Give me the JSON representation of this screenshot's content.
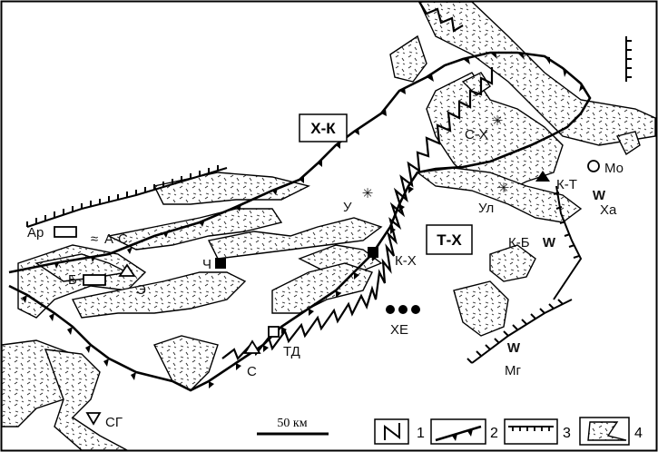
{
  "terranes": [
    {
      "id": "xk",
      "label": "Х-К"
    },
    {
      "id": "tx",
      "label": "Т-Х"
    }
  ],
  "sites": [
    {
      "id": "ar",
      "label": "Ар",
      "symbol": "rectangle"
    },
    {
      "id": "as",
      "label": "А-С",
      "symbol": "wavy"
    },
    {
      "id": "b",
      "label": "Б",
      "symbol": "rectangle"
    },
    {
      "id": "e",
      "label": "Э",
      "symbol": "triangle"
    },
    {
      "id": "ch",
      "label": "Ч",
      "symbol": "filled-square"
    },
    {
      "id": "u",
      "label": "У",
      "symbol": "asterisk"
    },
    {
      "id": "kx",
      "label": "К-Х",
      "symbol": "filled-square"
    },
    {
      "id": "sx",
      "label": "С-Х",
      "symbol": "asterisk"
    },
    {
      "id": "ul",
      "label": "Ул",
      "symbol": "asterisk"
    },
    {
      "id": "kt",
      "label": "К-Т",
      "symbol": "filled-triangle"
    },
    {
      "id": "mo",
      "label": "Мо",
      "symbol": "circle"
    },
    {
      "id": "xa",
      "label": "Ха",
      "symbol": "w-mark"
    },
    {
      "id": "kb",
      "label": "К-Б",
      "symbol": "w-mark"
    },
    {
      "id": "xe",
      "label": "ХЕ",
      "symbol": "three-dots"
    },
    {
      "id": "td",
      "label": "ТД",
      "symbol": "square"
    },
    {
      "id": "s",
      "label": "С",
      "symbol": "triangle"
    },
    {
      "id": "mg",
      "label": "Мг",
      "symbol": "w-mark"
    },
    {
      "id": "sg",
      "label": "СГ",
      "symbol": "inverted-triangle"
    }
  ],
  "scale": {
    "label": "50 км"
  },
  "legend": [
    {
      "num": "1",
      "symbol": "zigzag-fault"
    },
    {
      "num": "2",
      "symbol": "thrust-line"
    },
    {
      "num": "3",
      "symbol": "hachured-boundary"
    },
    {
      "num": "4",
      "symbol": "pattern-fill"
    }
  ]
}
